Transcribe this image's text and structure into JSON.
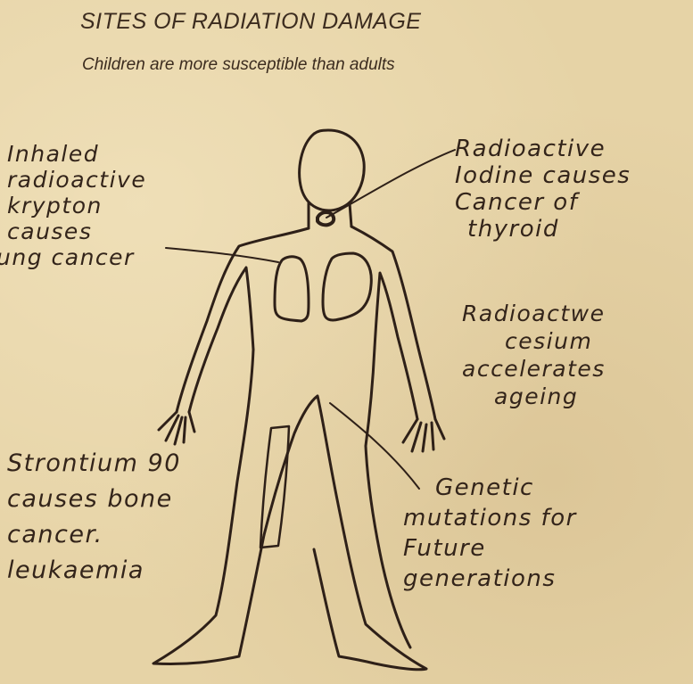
{
  "header": {
    "title": "SITES OF RADIATION DAMAGE",
    "subtitle": "Children are more susceptible than adults"
  },
  "annotations": {
    "krypton": [
      "Inhaled",
      "radioactive",
      "krypton",
      "causes",
      "ung cancer"
    ],
    "iodine": [
      "Radioactive",
      "Iodine causes",
      "Cancer of",
      "thyroid"
    ],
    "cesium": [
      "Radioactwe",
      "cesium",
      "accelerates",
      "ageing"
    ],
    "strontium": [
      "Strontium 90",
      "causes bone",
      "cancer.",
      "leukaemia"
    ],
    "genetic": [
      "Genetic",
      "mutations for",
      "Future",
      "generations"
    ]
  },
  "colors": {
    "paper": "#e6d3a6",
    "ink": "#2e2018"
  }
}
